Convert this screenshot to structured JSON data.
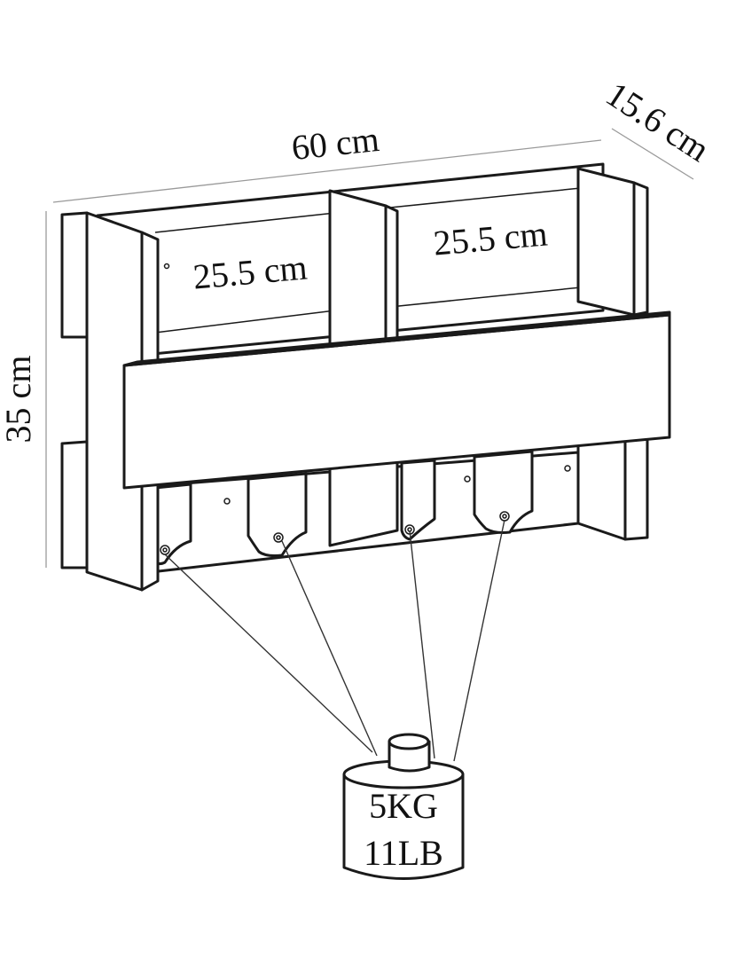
{
  "dimensions": {
    "width": "60 cm",
    "depth": "15.6 cm",
    "height": "35 cm",
    "left_compartment": "25.5 cm",
    "right_compartment": "25.5 cm"
  },
  "load": {
    "metric": "5KG",
    "imperial": "11LB"
  },
  "style": {
    "ink_color": "#1a1a1a",
    "dimension_line_color": "#9a9a9a",
    "background": "#ffffff"
  }
}
